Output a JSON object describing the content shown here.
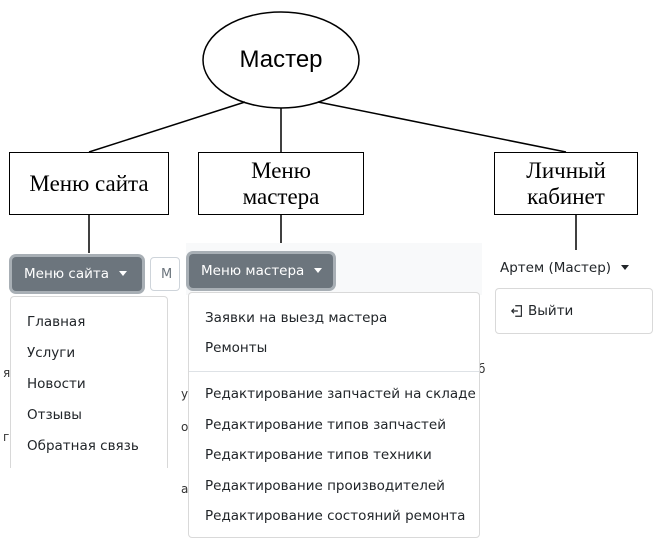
{
  "diagram": {
    "root": {
      "label": "Мастер"
    },
    "nodes": [
      {
        "id": "site",
        "lines": [
          "Меню сайта"
        ]
      },
      {
        "id": "master",
        "lines": [
          "Меню",
          "мастера"
        ]
      },
      {
        "id": "cabinet",
        "lines": [
          "Личный",
          "кабинет"
        ]
      }
    ]
  },
  "site_menu": {
    "button_label": "Меню сайта",
    "items": [
      "Главная",
      "Услуги",
      "Новости",
      "Отзывы",
      "Обратная связь"
    ],
    "search_fragment": "М"
  },
  "master_menu": {
    "button_label": "Меню мастера",
    "group1": [
      "Заявки на выезд мастера",
      "Ремонты"
    ],
    "group2": [
      "Редактирование запчастей на складе",
      "Редактирование типов запчастей",
      "Редактирование типов техники",
      "Редактирование производителей",
      "Редактирование состояний ремонта"
    ]
  },
  "cabinet_menu": {
    "user_label": "Артем (Мастер)",
    "logout_label": "Выйти"
  },
  "background_fragments": [
    "я",
    "г",
    "а",
    "у",
    "о",
    "б"
  ],
  "colors": {
    "button_bg": "#6c757d",
    "button_focus_ring": "#a8afb5",
    "text": "#212529",
    "border": "#dee2e6"
  }
}
